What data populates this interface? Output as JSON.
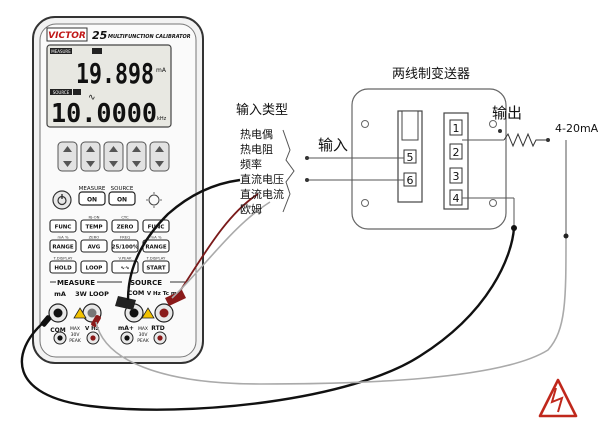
{
  "meter": {
    "brand": "VICTOR",
    "model": "25",
    "subtitle": "MULTIFUNCTION CALIBRATOR",
    "measure_tag": "MEASURE",
    "source_tag": "SOURCE",
    "reading_top": "19.898",
    "unit_top": "mA",
    "reading_bottom": "10.0000",
    "unit_bottom": "kHz",
    "wave_glyph": "∿",
    "btn_measure": "MEASURE",
    "btn_source": "SOURCE",
    "btn_on": "ON",
    "buttons": [
      {
        "top": "",
        "label": "FUNC"
      },
      {
        "top": "RJ-ON",
        "label": "TEMP"
      },
      {
        "top": "CYC",
        "label": "ZERO"
      },
      {
        "top": "",
        "label": "FUNC"
      },
      {
        "top": "mA %",
        "label": "RANGE"
      },
      {
        "top": "ZERO",
        "label": "AVG"
      },
      {
        "top": "FREQ",
        "label": "25/100%"
      },
      {
        "top": "mA %",
        "label": "RANGE"
      },
      {
        "top": "T.DISPLAY",
        "label": "HOLD"
      },
      {
        "top": "",
        "label": "LOOP"
      },
      {
        "top": "V.PEAK",
        "label": "∿∿"
      },
      {
        "top": "T.DISPLAY",
        "label": "START"
      }
    ],
    "measure_label": "MEASURE",
    "source_label": "SOURCE",
    "jack_ma": "mA",
    "jack_3w": "3W LOOP",
    "jack_com": "COM",
    "jack_vhz": "V Hz Tc mA-",
    "jack_com_sub": "COM",
    "jack_vhz_sub": "V Hz",
    "jack_ma_plus": "mA+",
    "jack_rtd": "RTD",
    "max_label": "MAX",
    "max_volt": "30V",
    "peak_label": "PEAK"
  },
  "transmitter": {
    "title": "两线制变送器",
    "output_label": "输出",
    "output_range": "4-20mA",
    "terminals": [
      "1",
      "2",
      "3",
      "4",
      "5",
      "6"
    ]
  },
  "input_types": {
    "heading": "输入类型",
    "input_label": "输入",
    "items": [
      "热电偶",
      "热电阻",
      "频率",
      "直流电压",
      "直流电流",
      "欧姆"
    ]
  }
}
